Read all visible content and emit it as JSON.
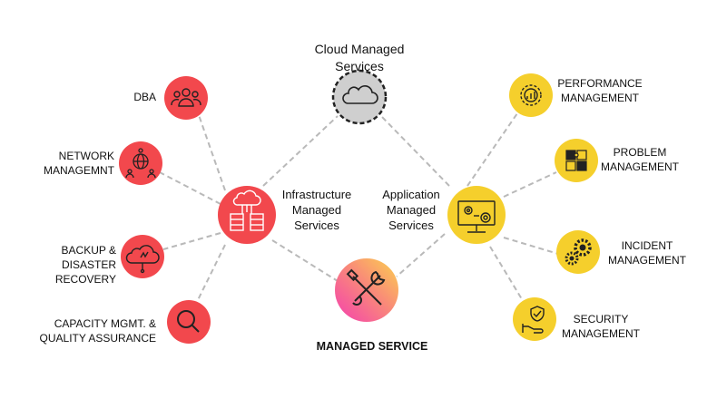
{
  "cloud": {
    "label": "Cloud Managed\nServices",
    "icon": "cloud-icon"
  },
  "center": {
    "label": "MANAGED SERVICE",
    "icon": "tools-icon"
  },
  "infrastructure": {
    "label": "Infrastructure\nManaged\nServices",
    "icon": "cloud-servers-icon",
    "color": "#f2484d",
    "items": [
      {
        "label": "DBA",
        "icon": "team-icon"
      },
      {
        "label": "NETWORK\nMANAGEMNT",
        "icon": "network-icon"
      },
      {
        "label": "BACKUP &\nDISASTER RECOVERY",
        "icon": "cloud-backup-icon"
      },
      {
        "label": "CAPACITY MGMT. &\nQUALITY ASSURANCE",
        "icon": "magnifier-icon"
      }
    ]
  },
  "application": {
    "label": "Application\nManaged\nServices",
    "icon": "monitor-gears-icon",
    "color": "#f5cf2c",
    "items": [
      {
        "label": "PERFORMANCE\nMANAGEMENT",
        "icon": "performance-gear-icon"
      },
      {
        "label": "PROBLEM\nMANAGEMENT",
        "icon": "puzzle-icon"
      },
      {
        "label": "INCIDENT\nMANAGEMENT",
        "icon": "gears-icon"
      },
      {
        "label": "SECURITY\nMANAGEMENT",
        "icon": "shield-hand-icon"
      }
    ]
  },
  "colors": {
    "red": "#f2484d",
    "yellow": "#f5cf2c",
    "connector": "#b9b9b9",
    "cloud_fill": "#cfcfcf"
  }
}
